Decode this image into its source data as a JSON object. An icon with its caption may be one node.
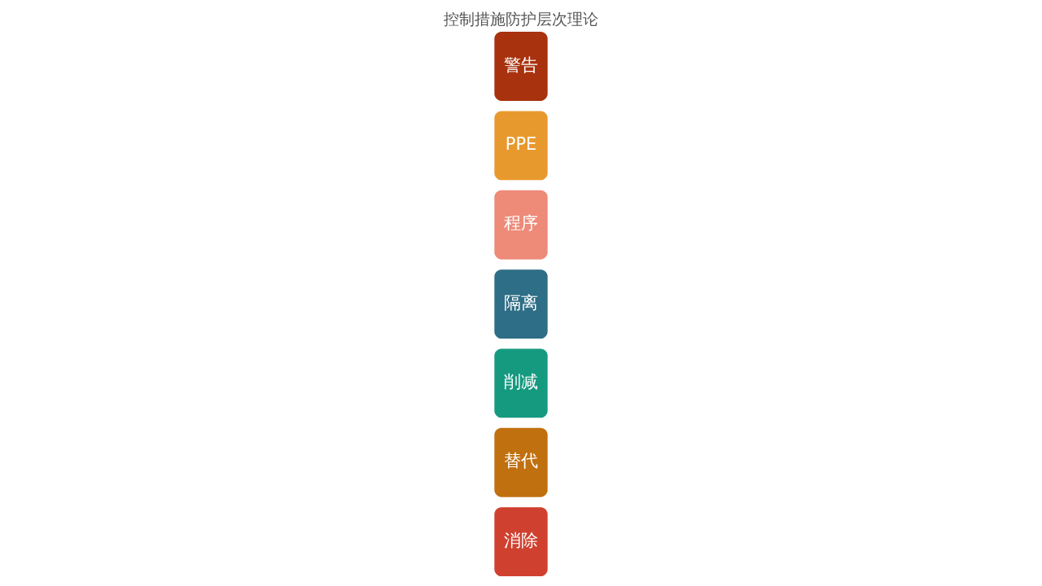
{
  "diagram": {
    "title": "控制措施防护层次理论",
    "nodes": [
      {
        "text": [
          "消除"
        ]
      },
      {
        "text": [
          "替代"
        ]
      },
      {
        "text": [
          "削减"
        ]
      },
      {
        "text": [
          "隔离"
        ]
      },
      {
        "text": [
          "程序"
        ]
      },
      {
        "text": [
          "PPE"
        ]
      },
      {
        "text": [
          "警告"
        ]
      }
    ],
    "edges": []
  }
}
